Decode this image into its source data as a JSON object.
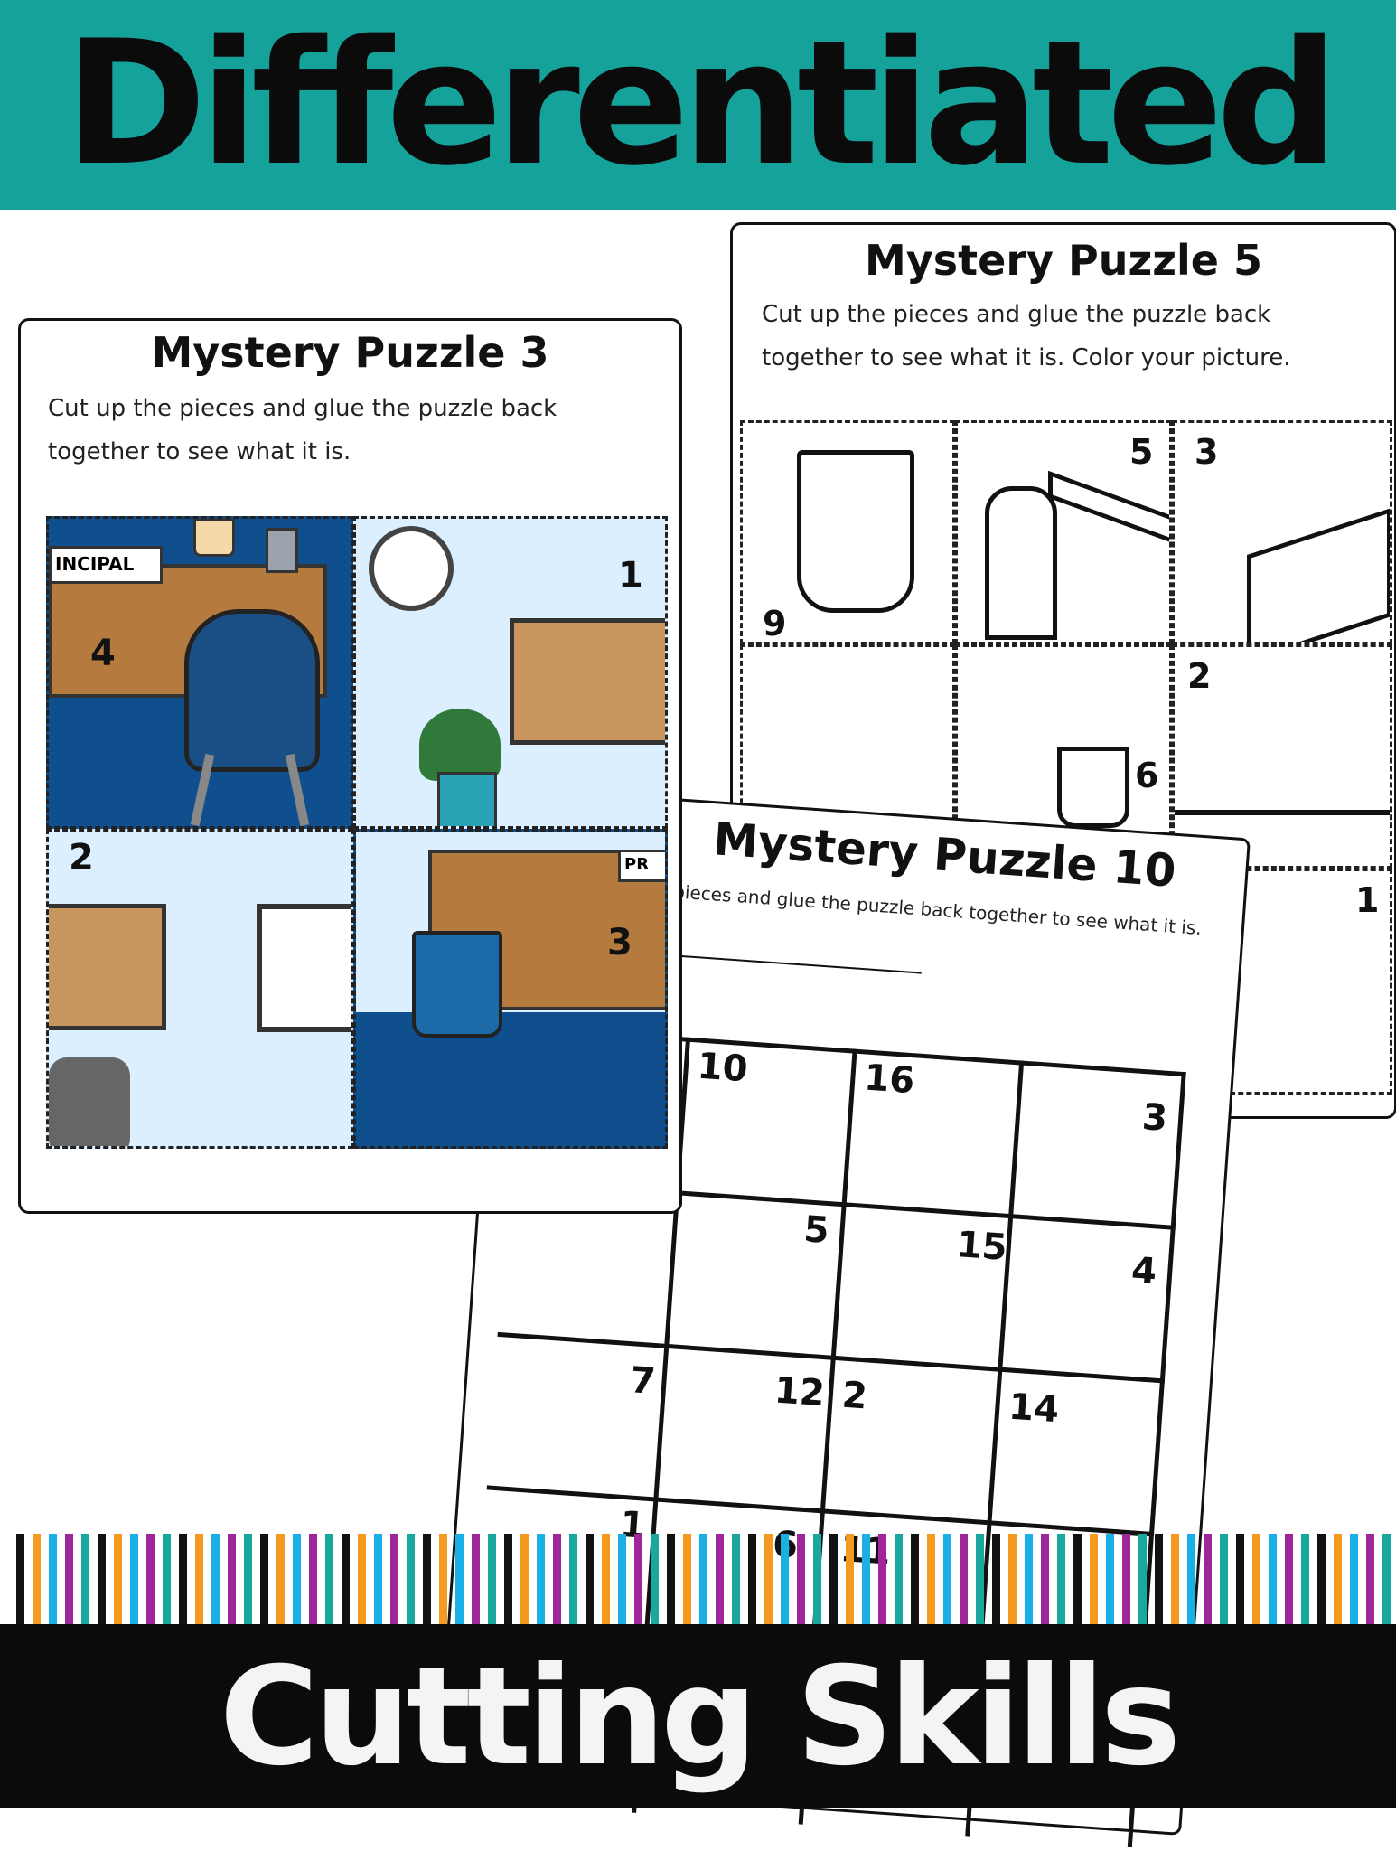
{
  "banner_top": {
    "title": "Differentiated",
    "color": "#14a29b"
  },
  "banner_bottom": {
    "title": "Cutting Skills",
    "color": "#0b0b0b"
  },
  "puzzle3": {
    "title": "Mystery Puzzle 3",
    "instructions_line1": "Cut up the pieces and glue the puzzle back",
    "instructions_line2": "together to see what it is.",
    "nameplate": "INCIPAL",
    "nameplate2": "PR",
    "pieces": [
      "4",
      "1",
      "2",
      "3"
    ]
  },
  "puzzle5": {
    "title": "Mystery Puzzle 5",
    "instructions_line1": "Cut up the pieces and glue the puzzle back",
    "instructions_line2": "together to see what it is. Color your picture.",
    "pieces": [
      "9",
      "5",
      "3",
      "6",
      "2",
      "1"
    ]
  },
  "puzzle10": {
    "title": "Mystery Puzzle 10",
    "instructions": "pieces and glue the puzzle back together to see what it is.",
    "grid_numbers": [
      "10",
      "16",
      "3",
      "5",
      "15",
      "4",
      "7",
      "12",
      "2",
      "14",
      "1",
      "6",
      "11"
    ]
  },
  "stripe_colors": [
    "#111111",
    "#f39a1f",
    "#1ab0e6",
    "#a0279b",
    "#1aa79e",
    "#ffffff"
  ]
}
